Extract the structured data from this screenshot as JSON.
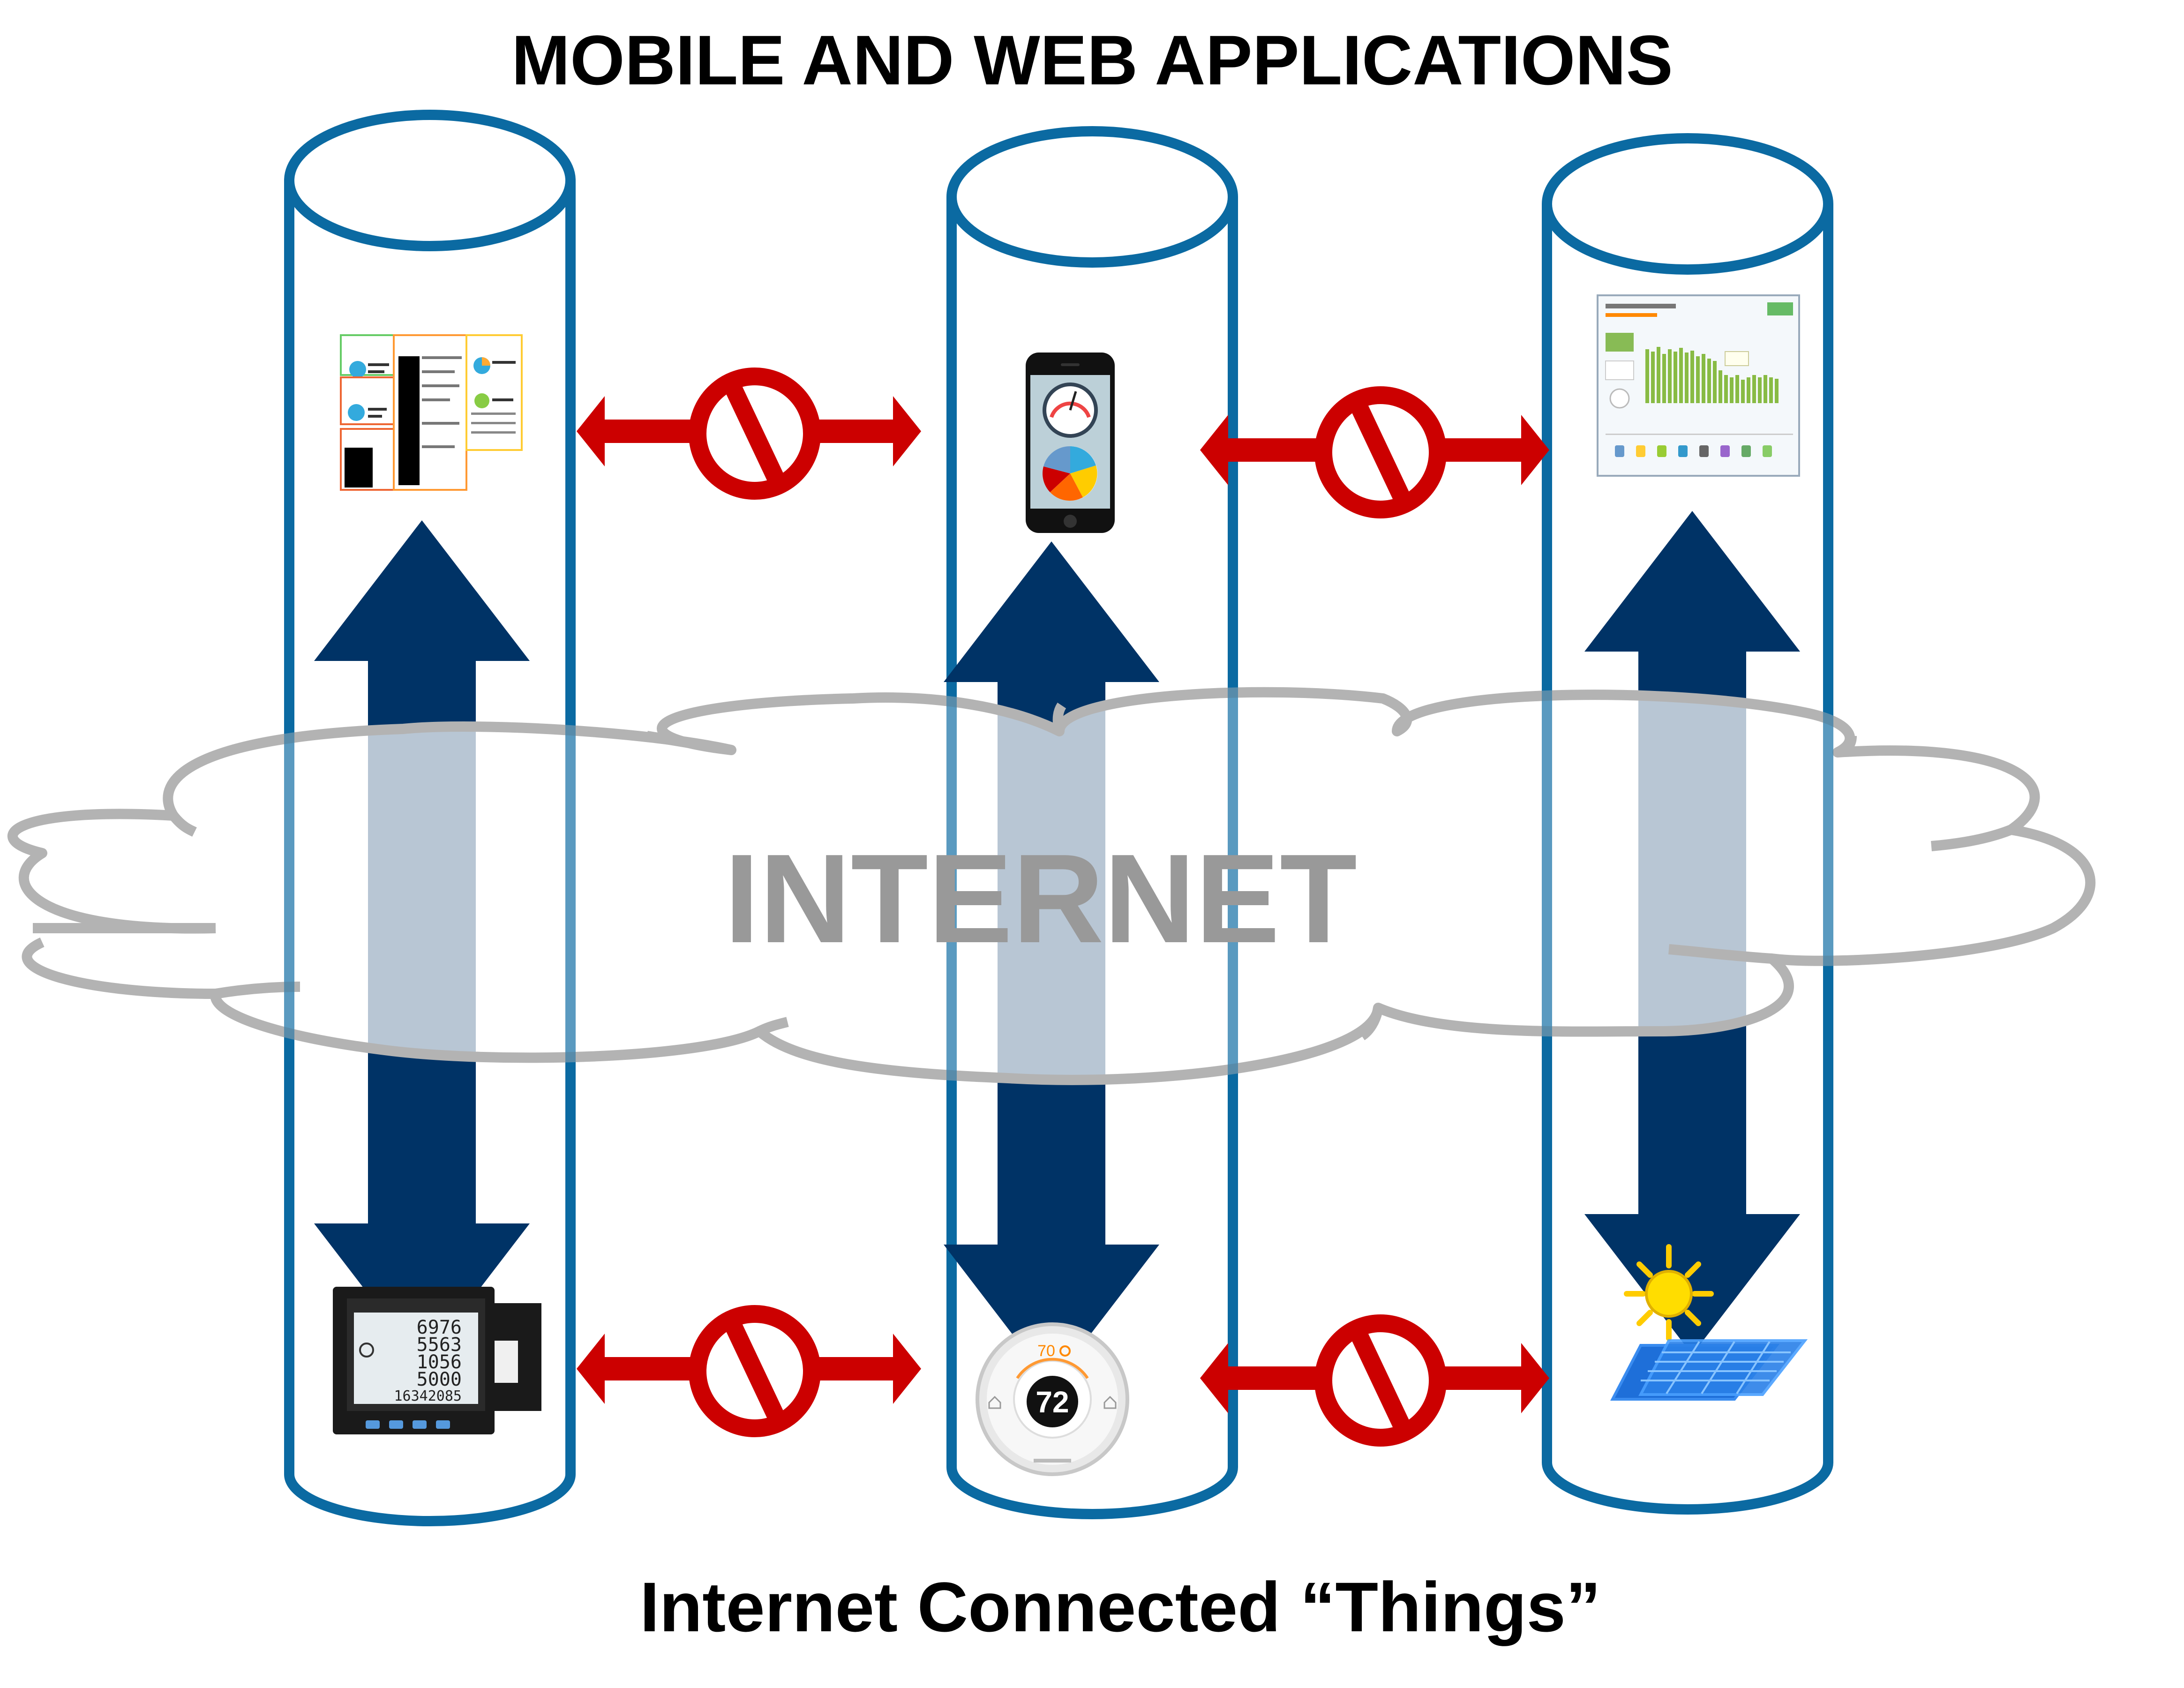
{
  "header": {
    "title": "MOBILE AND WEB APPLICATIONS"
  },
  "cloud": {
    "label": "INTERNET"
  },
  "footer": {
    "title": "Internet Connected “Things”"
  },
  "colors": {
    "pipe_outline": "#0b6aa2",
    "data_arrow": "#003366",
    "block_arrow": "#cc0000",
    "cloud_outline": "#b3b3b3",
    "cloud_text": "#999999"
  },
  "columns": [
    {
      "app_icon": "dashboard-report-icon",
      "device_icon": "power-meter-icon"
    },
    {
      "app_icon": "smartphone-gauge-icon",
      "device_icon": "thermostat-icon"
    },
    {
      "app_icon": "energy-consumption-web-icon",
      "device_icon": "solar-panel-icon"
    }
  ],
  "meter_readings": [
    "6976",
    "5563",
    "1056",
    "5000",
    "16342085"
  ],
  "thermostat": {
    "setpoint": "70",
    "current": "72"
  }
}
